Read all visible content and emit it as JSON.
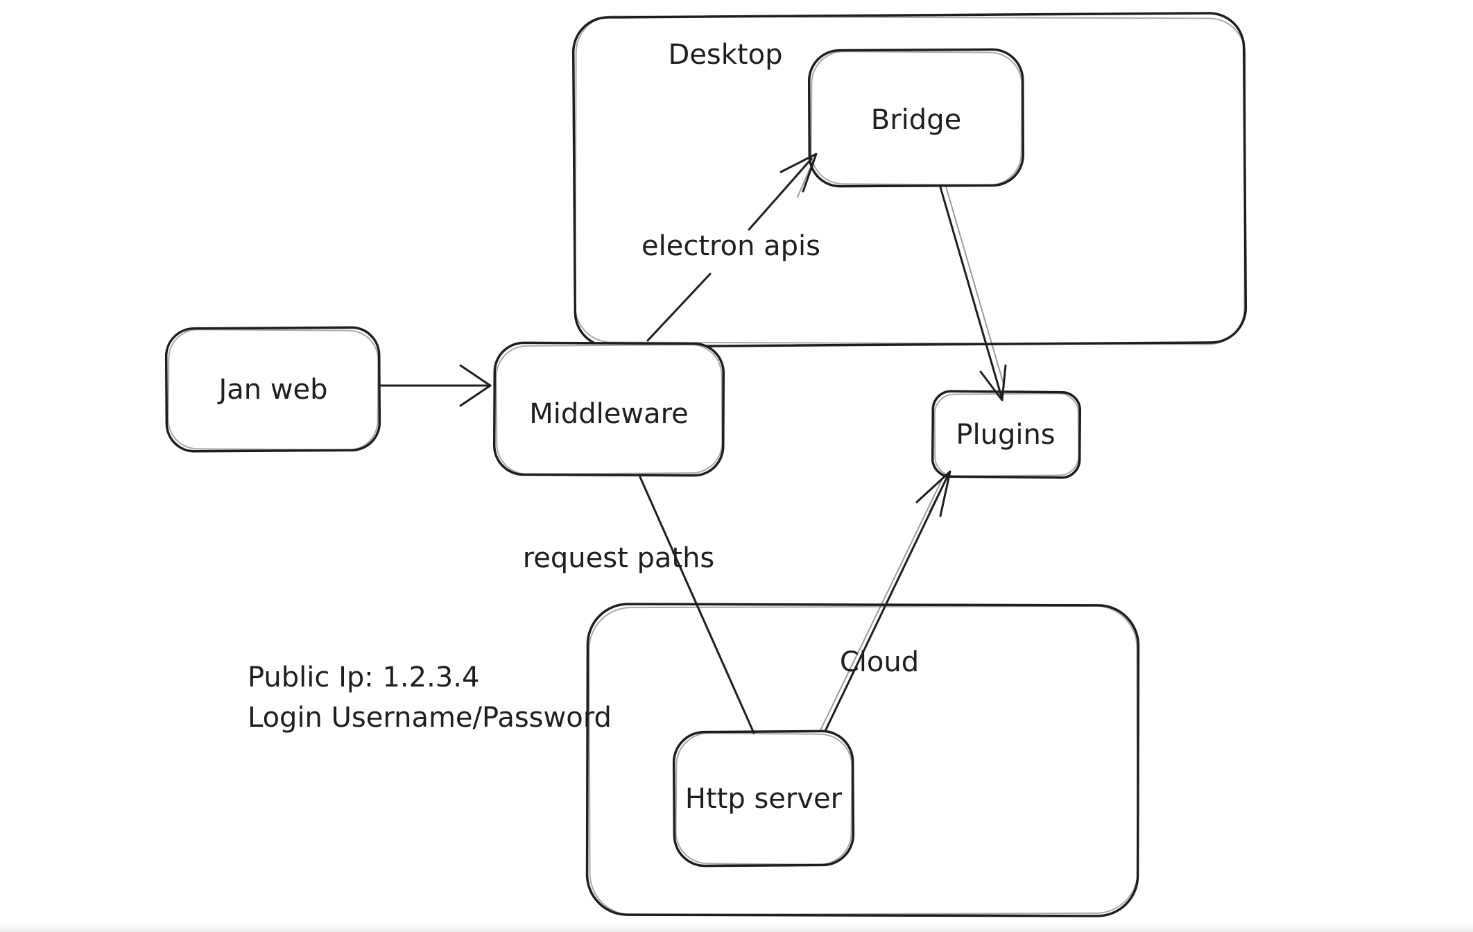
{
  "diagram": {
    "style": {
      "background": "#ffffff",
      "stroke_color": "#1e1e1e",
      "look": "hand-drawn sketch (whiteboard style)"
    },
    "containers": {
      "desktop": {
        "label": "Desktop"
      },
      "cloud": {
        "label": "Cloud"
      }
    },
    "nodes": {
      "jan_web": {
        "label": "Jan web"
      },
      "middleware": {
        "label": "Middleware"
      },
      "bridge": {
        "label": "Bridge",
        "inside": "desktop"
      },
      "plugins": {
        "label": "Plugins"
      },
      "http_server": {
        "label": "Http server",
        "inside": "cloud"
      }
    },
    "edge_labels": {
      "electron_apis": "electron apis",
      "request_paths": "request paths"
    },
    "edges": [
      {
        "from": "jan_web",
        "to": "middleware",
        "label": "",
        "arrowhead": "open-v at middleware"
      },
      {
        "from": "middleware",
        "to": "bridge",
        "label": "electron apis",
        "arrowhead": "open-v at bridge"
      },
      {
        "from": "bridge",
        "to": "plugins",
        "label": "",
        "arrowhead": "open-v at plugins top"
      },
      {
        "from": "middleware",
        "to": "http_server",
        "label": "request paths",
        "arrowhead": "none"
      },
      {
        "from": "http_server",
        "to": "plugins",
        "label": "",
        "arrowhead": "open-v at plugins bottom-left"
      }
    ],
    "annotations": {
      "public_ip": "Public Ip: 1.2.3.4",
      "login": "Login Username/Password"
    }
  }
}
